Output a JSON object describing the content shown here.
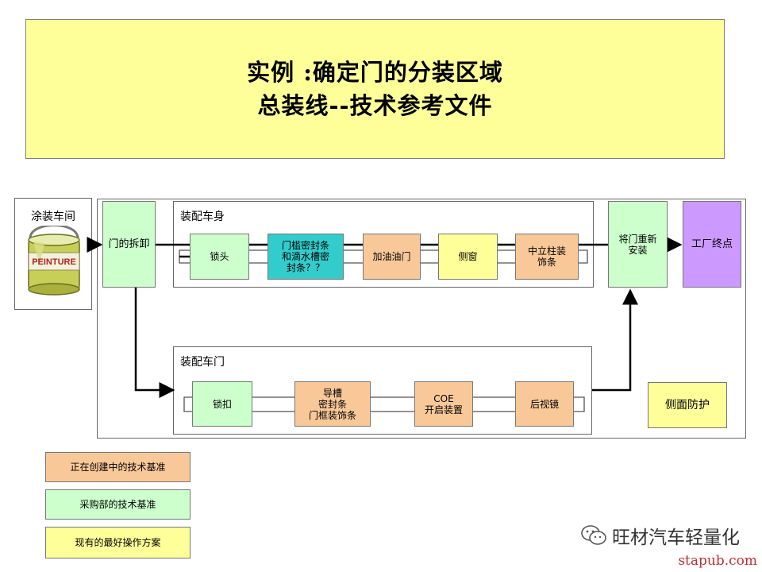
{
  "title": {
    "line1": "实例 :确定门的分装区域",
    "line2": "总装线--技术参考文件"
  },
  "paint_shop": {
    "label": "涂装车间",
    "can_label": "PEINTURE"
  },
  "groups": {
    "body": "装配车身",
    "door": "装配车门"
  },
  "nodes": {
    "door_removal": "门的拆卸",
    "lock": "锁头",
    "sill_seal": "门槛密封条\n和滴水槽密\n封条？？",
    "fuel_door": "加油油门",
    "side_window": "侧窗",
    "pillar_trim": "中立柱装\n饰条",
    "door_refit": "将门重新\n安装",
    "plant_end": "工厂终点",
    "latch": "锁扣",
    "guide": "导槽\n密封条\n门框装饰条",
    "coe": "COE\n开启装置",
    "mirror": "后视镜",
    "side_protect": "侧面防护"
  },
  "legend": [
    {
      "label": "正在创建中的技术基准",
      "color": "#f9c898"
    },
    {
      "label": "采购部的技术基准",
      "color": "#ccffcc"
    },
    {
      "label": "现有的最好操作方案",
      "color": "#ffff99"
    }
  ],
  "watermark": {
    "text": "旺材汽车轻量化",
    "site": "stapub.com"
  }
}
